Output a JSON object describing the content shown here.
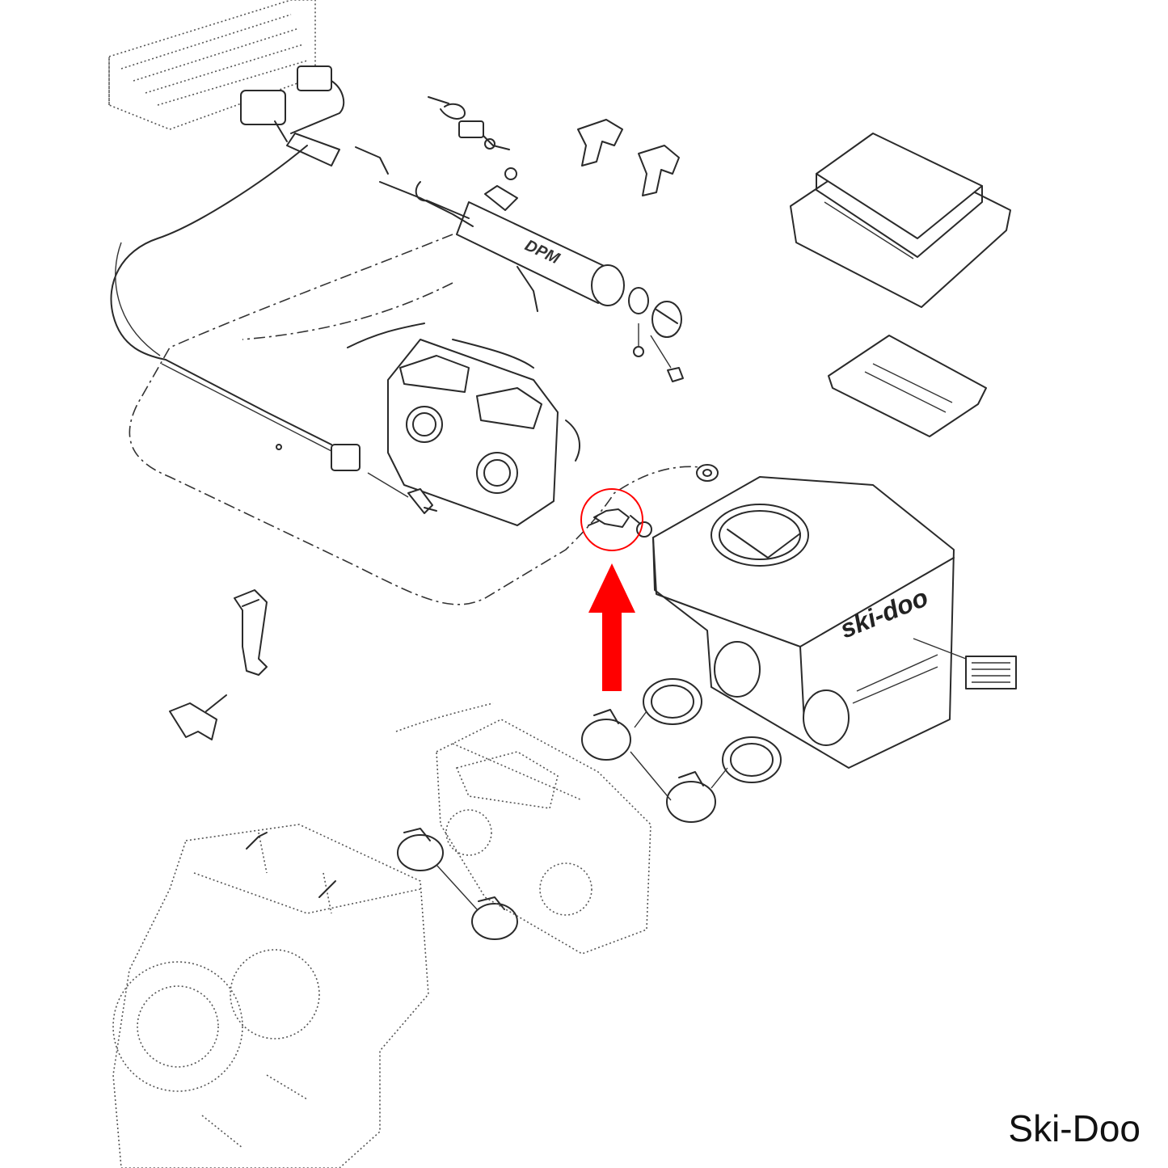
{
  "labels": {
    "rail_mark": "DPM",
    "airbox_logo": "ski-doo",
    "brand_caption": "Ski-Doo"
  },
  "colors": {
    "line": "#2a2a2a",
    "highlight": "#ff0000",
    "background": "#ffffff"
  },
  "icons": {
    "callout": "highlight-circle",
    "pointer": "up-arrow"
  }
}
